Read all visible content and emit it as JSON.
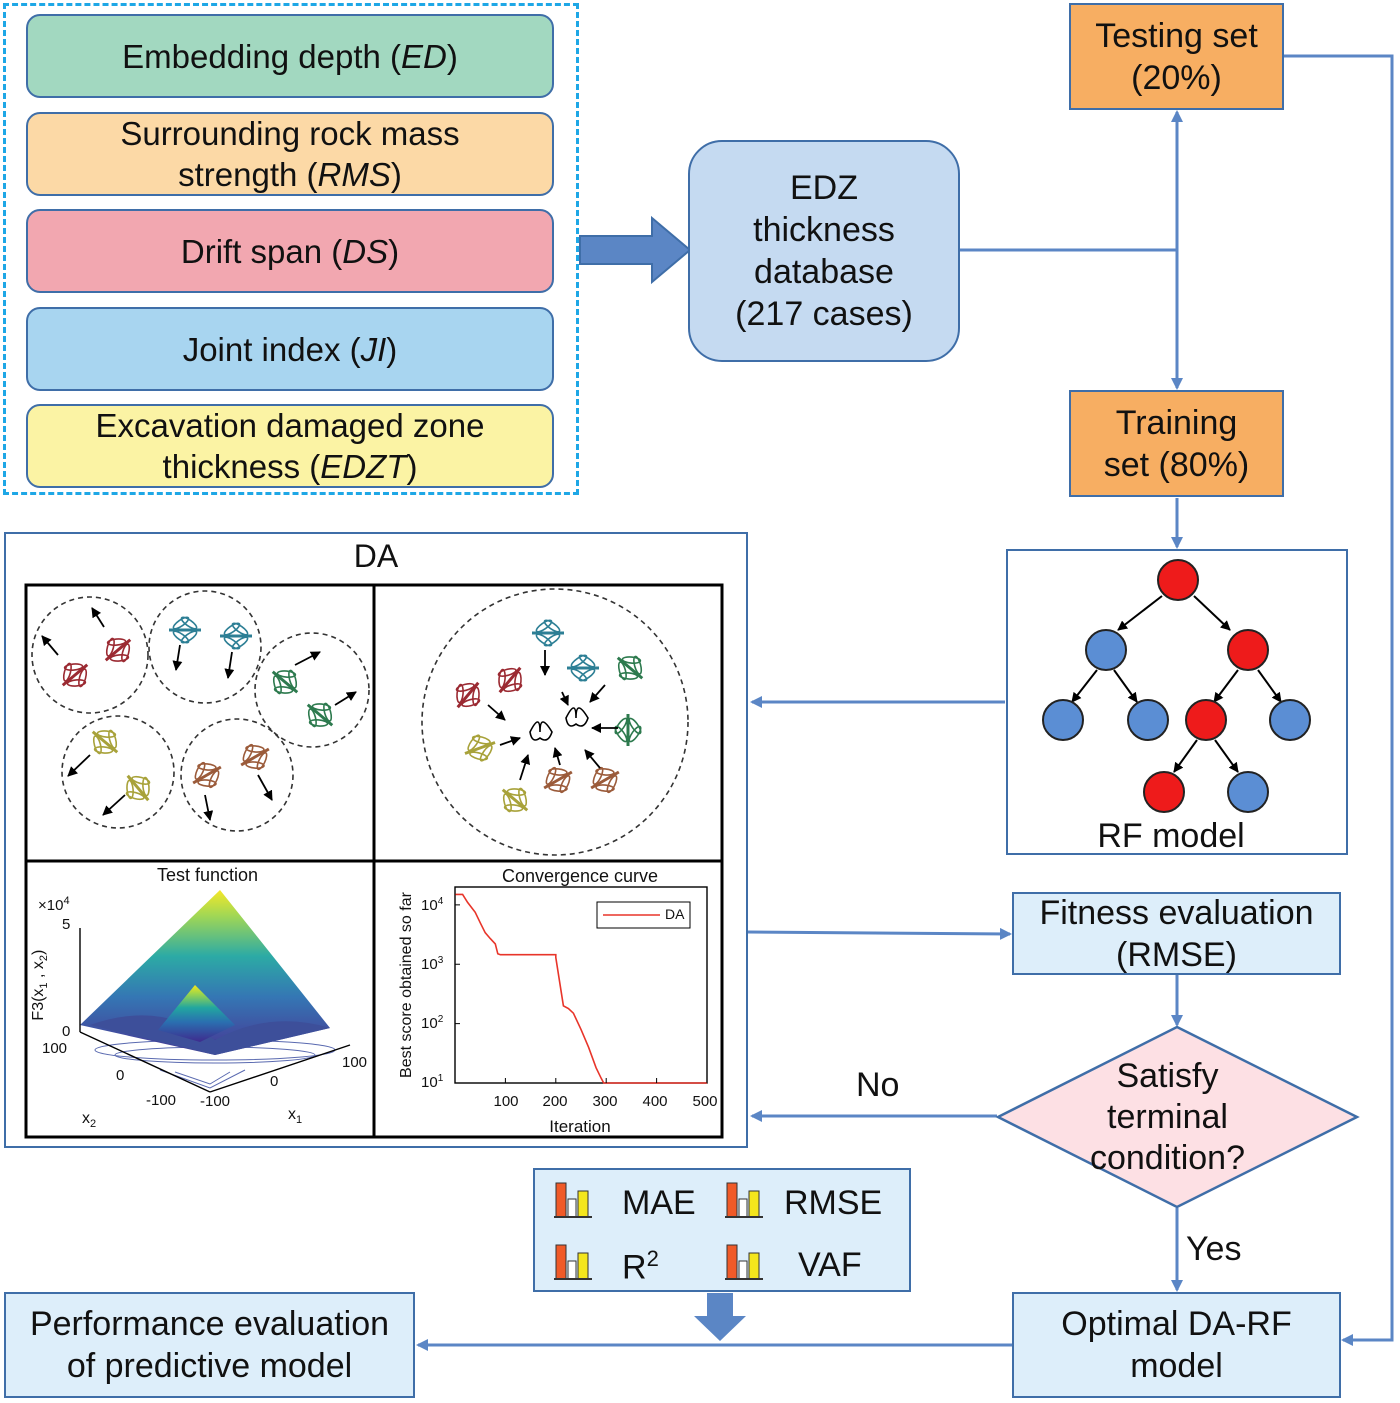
{
  "features": [
    {
      "text": "Embedding depth (",
      "italic": "ED",
      "tail": ")",
      "color": "#a2d8c0"
    },
    {
      "text": "Surrounding rock mass",
      "text2": "strength (",
      "italic": "RMS",
      "tail": ")",
      "color": "#fcd9a6"
    },
    {
      "text": "Drift span (",
      "italic": "DS",
      "tail": ")",
      "color": "#f2a7b0"
    },
    {
      "text": "Joint index (",
      "italic": "JI",
      "tail": ")",
      "color": "#a8d5f0"
    },
    {
      "text": "Excavation damaged zone",
      "text2": "thickness (",
      "italic": "EDZT",
      "tail": ")",
      "color": "#fbf3a4"
    }
  ],
  "database": {
    "l1": "EDZ",
    "l2": "thickness",
    "l3": "database",
    "l4": "(217 cases)"
  },
  "testing": {
    "l1": "Testing set",
    "l2": "(20%)"
  },
  "training": {
    "l1": "Training",
    "l2": "set (80%)"
  },
  "rf": {
    "label": "RF model"
  },
  "da": {
    "title": "DA",
    "test_function": {
      "title": "Test function",
      "zlabel_base": "F3(x",
      "zlabel_mid": " , x",
      "zlabel_end": ")",
      "sub1": "1",
      "sub2": "2",
      "multiplier": "×10",
      "mult_exp": "4",
      "z_ticks": [
        "5",
        "0"
      ],
      "x2_ticks": [
        "100",
        "0",
        "-100"
      ],
      "x1_ticks": [
        "-100",
        "0",
        "100"
      ],
      "x2_label": "x",
      "x1_label": "x"
    },
    "convergence": {
      "title": "Convergence curve",
      "xlabel": "Iteration",
      "ylabel": "Best score obtained so far",
      "legend": "DA",
      "y_base": "10",
      "y_exps": [
        "4",
        "3",
        "2",
        "1"
      ],
      "x_ticks": [
        "100",
        "200",
        "300",
        "400",
        "500"
      ]
    }
  },
  "chart_data": {
    "type": "line",
    "title": "Convergence curve",
    "xlabel": "Iteration",
    "ylabel": "Best score obtained so far",
    "yscale": "log",
    "xlim": [
      0,
      500
    ],
    "ylim": [
      10,
      20000
    ],
    "series": [
      {
        "name": "DA",
        "color": "#e8352a",
        "x": [
          1,
          15,
          25,
          40,
          50,
          60,
          70,
          80,
          85,
          90,
          200,
          200,
          215,
          225,
          235,
          250,
          265,
          280,
          290,
          295,
          500
        ],
        "y": [
          15000,
          15000,
          11000,
          7500,
          5000,
          3400,
          2700,
          2200,
          1500,
          1450,
          1450,
          1300,
          200,
          180,
          150,
          80,
          40,
          18,
          12,
          10,
          10
        ]
      }
    ]
  },
  "fitness": {
    "l1": "Fitness evaluation",
    "l2": "(RMSE)"
  },
  "decision": {
    "l1": "Satisfy",
    "l2": "terminal",
    "l3": "condition?"
  },
  "no_label": "No",
  "yes_label": "Yes",
  "optimal": {
    "l1": "Optimal DA-RF",
    "l2": "model"
  },
  "metrics": {
    "mae": "MAE",
    "rmse": "RMSE",
    "r": "R",
    "r_sup": "2",
    "vaf": "VAF"
  },
  "performance": {
    "l1": "Performance evaluation",
    "l2": "of predictive model"
  },
  "colors": {
    "arrow": "#5b86c5",
    "node_red": "#ee1b1b",
    "node_blue": "#5b8ed4",
    "orange": "#f7ae62",
    "light_blue": "#ddeefa",
    "diamond": "#fde0e4"
  }
}
